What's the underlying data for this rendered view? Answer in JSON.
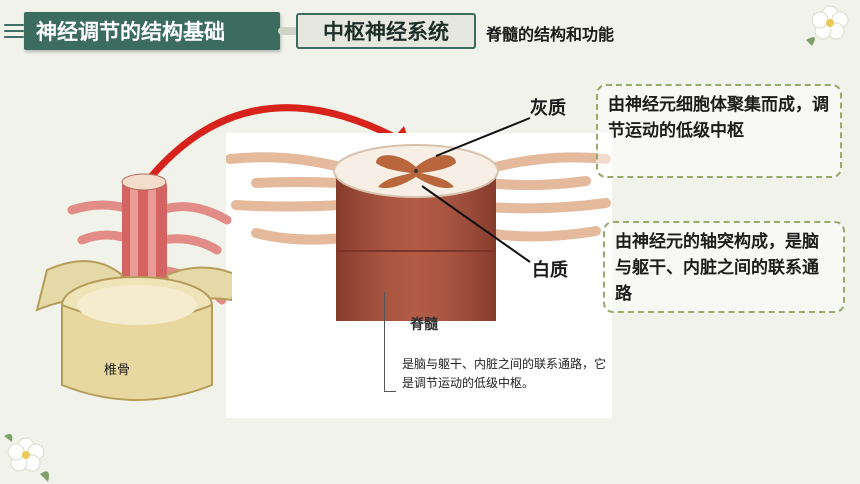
{
  "header": {
    "main_tag": "神经调节的结构基础",
    "sub_tag": "中枢神经系统",
    "subtitle": "脊髓的结构和功能"
  },
  "labels": {
    "gray_matter": "灰质",
    "white_matter": "白质",
    "vertebra": "椎骨"
  },
  "notes": {
    "gray_matter_desc": "由神经元细胞体聚集而成，调节运动的低级中枢",
    "white_matter_desc": "由神经元的轴突构成，是脑与躯干、内脏之间的联系通路"
  },
  "figure": {
    "caption_title": "脊髓",
    "caption_body": "是脑与躯干、内脏之间的联系通路，它是调节运动的低级中枢。"
  },
  "colors": {
    "header_green": "#3c6b5f",
    "dashed_border": "#96ab6a",
    "arrow_red": "#d8231c"
  },
  "icons": [
    "menu-lines-icon",
    "flower-decoration-icon"
  ]
}
